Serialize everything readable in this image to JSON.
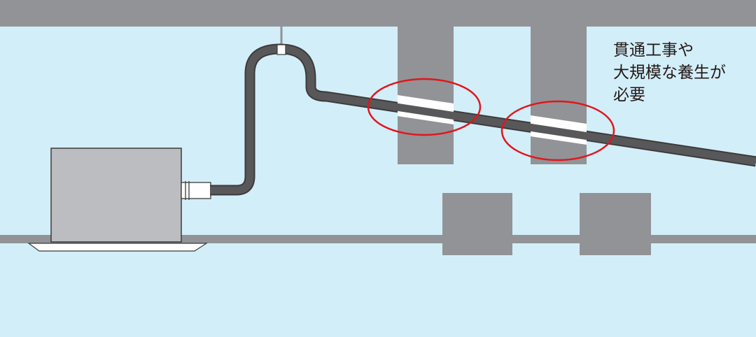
{
  "annotation": {
    "lines": [
      "貫通工事や",
      "大規模な養生が",
      "必要"
    ]
  },
  "colors": {
    "background": "#d2eef9",
    "structure": "#929396",
    "pipe": "#58585b",
    "unit": "#bcbdc0",
    "highlight": "#e2151b",
    "text": "#231815"
  }
}
